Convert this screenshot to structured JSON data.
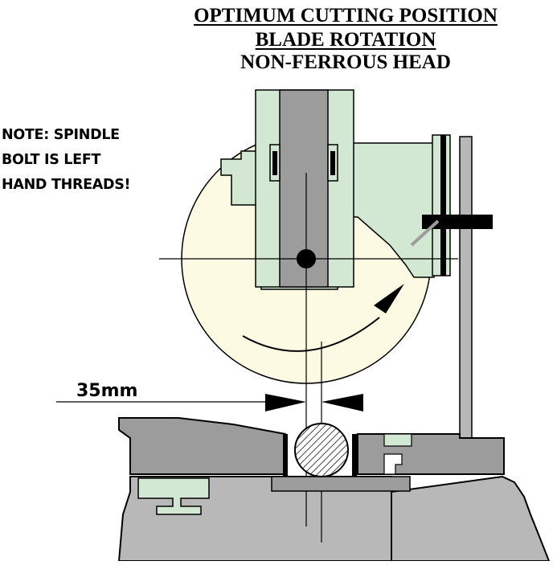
{
  "title": {
    "line1": "OPTIMUM CUTTING POSITION",
    "line2": "BLADE ROTATION",
    "line3": "NON-FERROUS HEAD"
  },
  "note": {
    "line1": "NOTE: SPINDLE",
    "line2": "BOLT IS LEFT",
    "line3": "HAND THREADS!"
  },
  "dimension": {
    "label": "35mm"
  },
  "colors": {
    "guard_green": "#d2e8d2",
    "blade_cream": "#fcfae2",
    "bed_grey": "#b8b8b8",
    "arm_grey": "#9c9c9c",
    "outline": "#000000"
  }
}
